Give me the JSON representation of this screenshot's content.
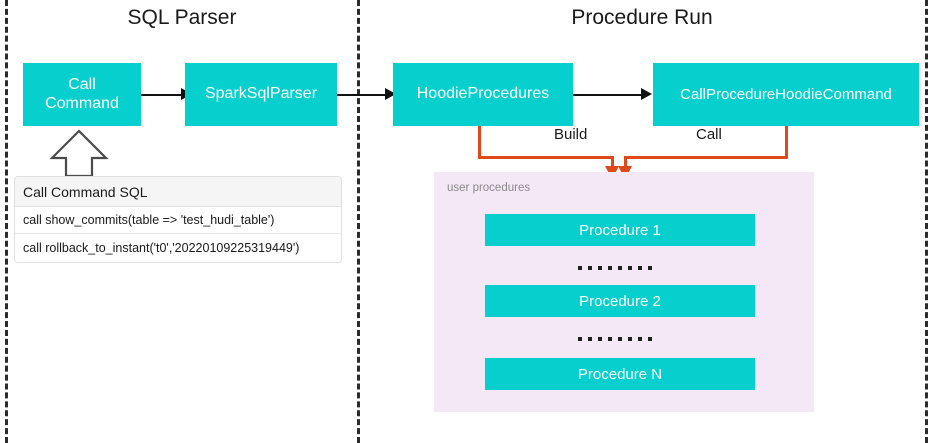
{
  "sections": [
    {
      "id": "sql-parser",
      "title": "SQL Parser"
    },
    {
      "id": "procedure-run",
      "title": "Procedure Run"
    }
  ],
  "nodes": {
    "call_command": "Call\nCommand",
    "call_command_line1": "Call",
    "call_command_line2": "Command",
    "spark_sql_parser": "SparkSqlParser",
    "hoodie_procedures": "HoodieProcedures",
    "call_procedure_hoodie_command": "CallProcedureHoodieCommand"
  },
  "sql_table": {
    "header": "Call Command SQL",
    "rows": [
      "call show_commits(table => 'test_hudi_table')",
      "call rollback_to_instant('t0','20220109225319449')"
    ]
  },
  "procedures_panel": {
    "label": "user procedures",
    "items": [
      "Procedure 1",
      "Procedure 2",
      "Procedure N"
    ],
    "ellipsis_dots": 8
  },
  "connectors": {
    "build_label": "Build",
    "call_label": "Call"
  },
  "colors": {
    "node_teal": "#06CFCE",
    "panel_pink": "#F4E7F6",
    "connector_orange": "#E0491A",
    "divider_dark": "#2b2b2b",
    "arrow_black": "#111111",
    "panel_label_gray": "#8a8a8a"
  }
}
